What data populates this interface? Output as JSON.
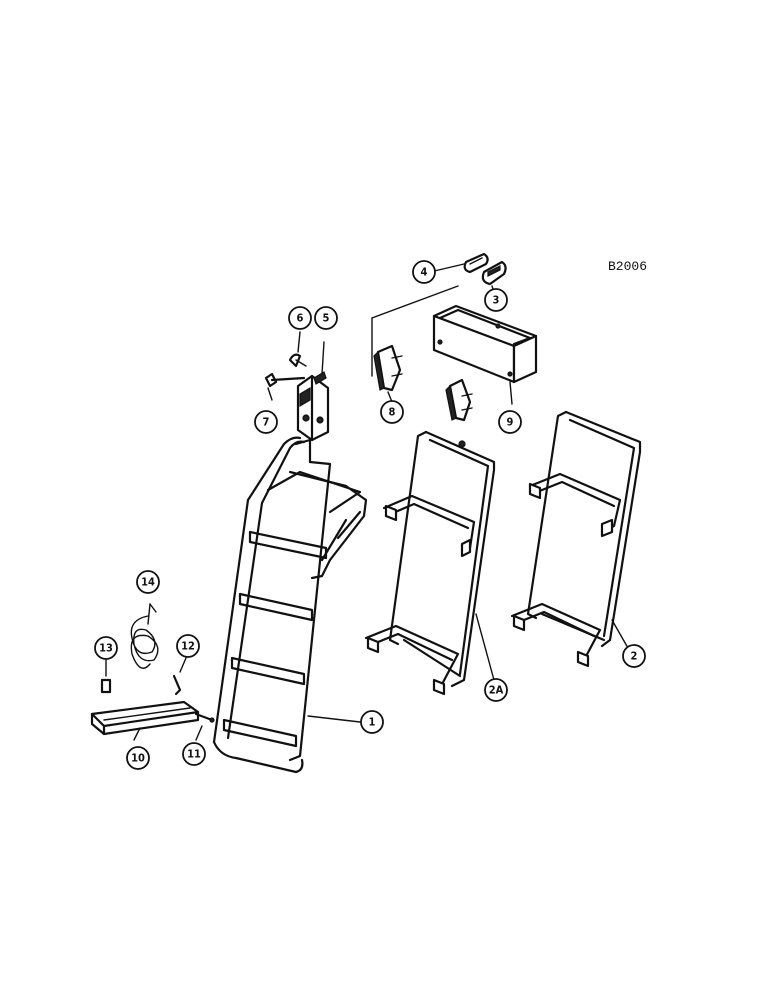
{
  "drawing_code": "B2006",
  "callouts": [
    {
      "id": "c1",
      "label": "1"
    },
    {
      "id": "c2",
      "label": "2"
    },
    {
      "id": "c2a",
      "label": "2A"
    },
    {
      "id": "c3",
      "label": "3"
    },
    {
      "id": "c4",
      "label": "4"
    },
    {
      "id": "c5",
      "label": "5"
    },
    {
      "id": "c6",
      "label": "6"
    },
    {
      "id": "c7",
      "label": "7"
    },
    {
      "id": "c8",
      "label": "8"
    },
    {
      "id": "c9",
      "label": "9"
    },
    {
      "id": "c10",
      "label": "10"
    },
    {
      "id": "c11",
      "label": "11"
    },
    {
      "id": "c12",
      "label": "12"
    },
    {
      "id": "c13",
      "label": "13"
    },
    {
      "id": "c14",
      "label": "14"
    }
  ]
}
